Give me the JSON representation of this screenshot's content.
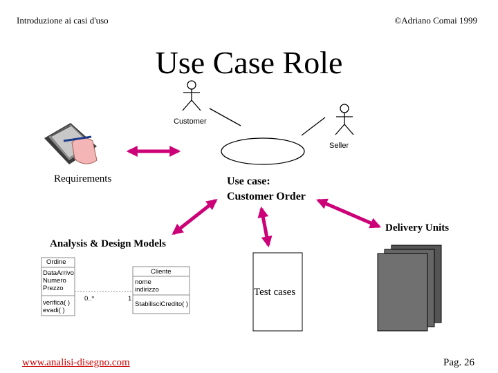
{
  "header": {
    "left": "Introduzione ai casi d'uso",
    "right": "©Adriano Comai 1999"
  },
  "title": "Use Case Role",
  "actors": {
    "customer": "Customer",
    "seller": "Seller"
  },
  "labels": {
    "requirements": "Requirements",
    "use_case_line1": "Use case:",
    "use_case_line2": "Customer Order",
    "delivery_units": "Delivery Units",
    "analysis_design": "Analysis & Design Models",
    "test_cases": "Test cases"
  },
  "uml": {
    "ordine": {
      "name": "Ordine",
      "attributes": [
        "DataArrivo",
        "Numero",
        "Prezzo"
      ],
      "operations": [
        "verifica( )",
        "evadi( )"
      ]
    },
    "cliente": {
      "name": "Cliente",
      "attributes": [
        "nome",
        "indirizzo"
      ],
      "operations": [
        "StabilisciCredito( )"
      ]
    },
    "multiplicity_left": "0..*",
    "multiplicity_right": "1"
  },
  "footer": {
    "link": "www.analisi-disegno.com",
    "page": "Pag. 26"
  },
  "colors": {
    "arrow": "#cc0077",
    "link": "#cc0000"
  }
}
